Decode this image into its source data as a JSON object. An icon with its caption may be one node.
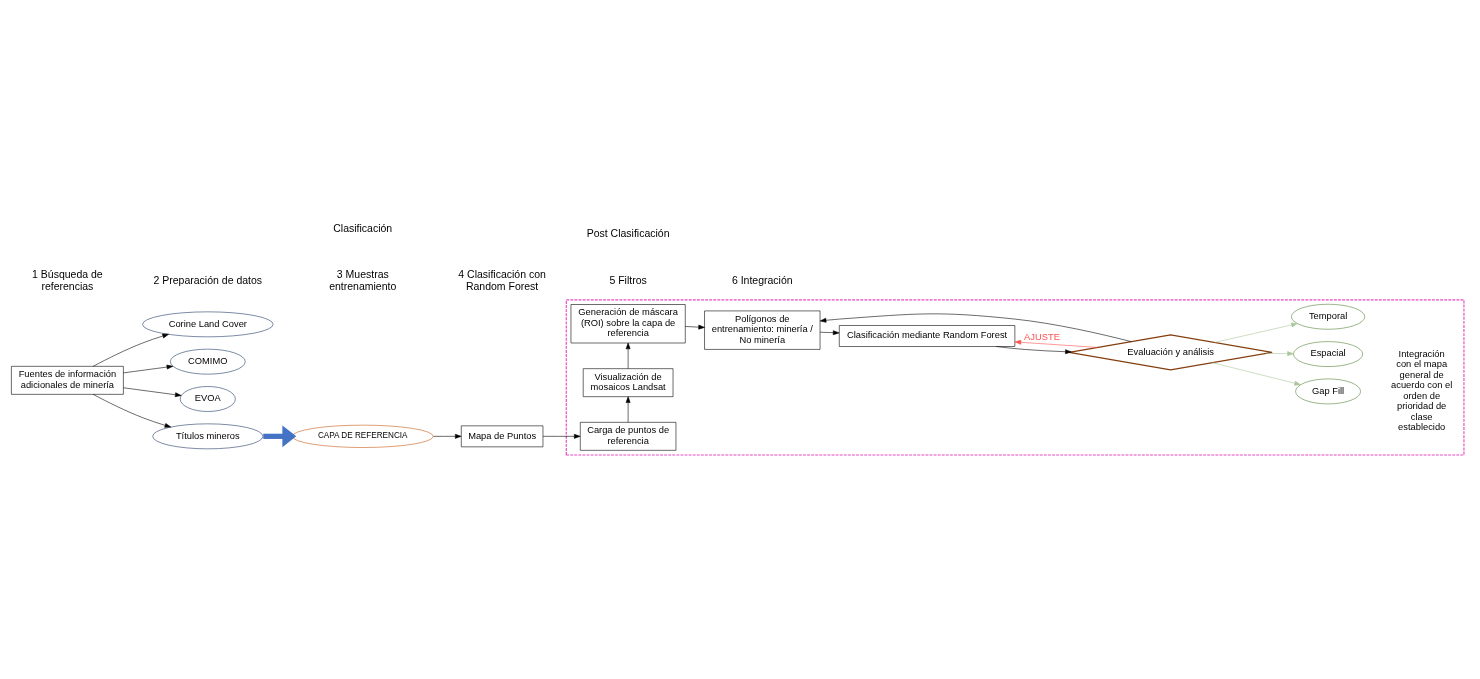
{
  "diagram": {
    "nodes": [
      {
        "text": [
          "Fuentes de información adicionales de minería"
        ]
      },
      {
        "text": [
          "Corine Land Cover"
        ]
      },
      {
        "text": [
          "COMIMO"
        ]
      },
      {
        "text": [
          "EVOA"
        ]
      },
      {
        "text": [
          "Títulos mineros"
        ]
      },
      {
        "text": [
          "CAPA DE REFERENCIA"
        ]
      },
      {
        "text": [
          "Mapa de Puntos"
        ]
      },
      {
        "text": [],
        "shape": "box"
      },
      {
        "text": [
          "Carga de puntos de referencia"
        ],
        "in": 7
      },
      {
        "text": [
          "Visualización de mosaicos Landsat"
        ],
        "in": 7
      },
      {
        "text": [
          "Generación de máscara (ROI) sobre la capa de referencia"
        ],
        "in": 7
      },
      {
        "text": [
          "Polígonos de entrenamiento: minería / No minería"
        ],
        "in": 7
      },
      {
        "text": [
          "Clasificación mediante Random Forest"
        ],
        "in": 7
      },
      {
        "text": [
          "Evaluación y análisis"
        ],
        "in": 7
      },
      {
        "text": [
          "Gap Fill"
        ],
        "in": 7
      },
      {
        "text": [
          "Espacial"
        ],
        "in": 7
      },
      {
        "text": [
          "Temporal"
        ],
        "in": 7
      }
    ],
    "edges": [
      {
        "from": 0,
        "to": 1,
        "arrow": "to"
      },
      {
        "from": 0,
        "to": 2,
        "arrow": "to"
      },
      {
        "from": 0,
        "to": 3,
        "arrow": "to"
      },
      {
        "from": 0,
        "to": 4,
        "arrow": "to"
      },
      {
        "from": 4,
        "to": 5,
        "arrow": "to",
        "style": "thick",
        "color": "#4472c4"
      },
      {
        "from": 5,
        "to": 6,
        "arrow": "to"
      },
      {
        "from": 6,
        "to": 8,
        "arrow": "to"
      },
      {
        "from": 8,
        "to": 9,
        "arrow": "to"
      },
      {
        "from": 9,
        "to": 10,
        "arrow": "to"
      },
      {
        "from": 10,
        "to": 11,
        "arrow": "to"
      },
      {
        "from": 11,
        "to": 12,
        "arrow": "to"
      },
      {
        "from": 12,
        "to": 13,
        "arrow": "to"
      },
      {
        "from": 13,
        "to": 11,
        "arrow": "to"
      },
      {
        "from": 13,
        "to": 12,
        "arrow": "to",
        "label": "AJUSTE",
        "color": "#ff5050"
      },
      {
        "from": 13,
        "to": 14,
        "arrow": "to",
        "color": "#a9c59a"
      },
      {
        "from": 13,
        "to": 15,
        "arrow": "to",
        "color": "#a9c59a"
      },
      {
        "from": 13,
        "to": 16,
        "arrow": "to",
        "color": "#a9c59a"
      }
    ],
    "labels": [
      "Clasificación",
      "Post Clasificación",
      "1 Búsqueda de referencias",
      "2 Preparación de datos",
      "3 Muestras entrenamiento",
      "4 Clasificación con Random Forest",
      "5 Filtros",
      "6 Integración",
      "Integración con el mapa general de acuerdo con el orden de prioridad de clase establecido"
    ]
  }
}
